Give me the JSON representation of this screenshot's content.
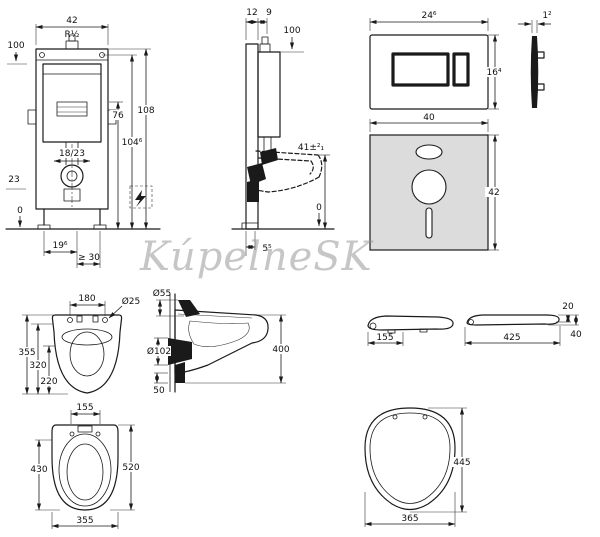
{
  "watermark": "KúpelneSK",
  "cistern_front": {
    "width": "42",
    "inlet": "R½",
    "level_top": "100",
    "h76": "76",
    "h108": "108",
    "h1046": "104⁶",
    "pipe": "18/23",
    "level23": "23",
    "level0": "0",
    "d196": "19⁶",
    "d30": "≥ 30"
  },
  "install_side": {
    "depth12": "12",
    "depth9": "9",
    "level100": "100",
    "seat_height": "41±²₁",
    "level0": "0",
    "d55": "5⁵"
  },
  "flush_plate": {
    "width": "24⁶",
    "height": "16⁴",
    "thickness": "1²"
  },
  "sound_mat": {
    "width": "40",
    "height": "42"
  },
  "bowl_front": {
    "hole_spacing": "180",
    "hole_dia": "Ø25",
    "h355": "355",
    "h320": "320",
    "h220": "220"
  },
  "bowl_side": {
    "inlet_dia": "Ø55",
    "outlet_dia": "Ø102",
    "depth": "400",
    "d50": "50"
  },
  "seat_side": {
    "t20": "20",
    "t40": "40",
    "hinge": "155",
    "length": "425"
  },
  "bowl_top": {
    "d155": "155",
    "d430": "430",
    "d520": "520",
    "width": "355"
  },
  "seat_top": {
    "length": "445",
    "width": "365"
  }
}
